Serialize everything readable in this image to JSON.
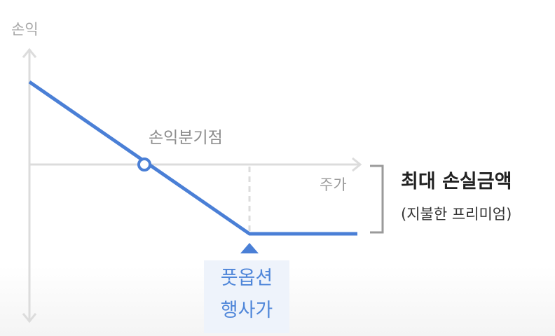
{
  "axes": {
    "y_label": "손익",
    "x_label": "주가"
  },
  "annotations": {
    "breakeven": "손익분기점",
    "max_loss_title": "최대 손실금액",
    "max_loss_sub": "(지불한 프리미엄)",
    "strike_line1": "풋옵션",
    "strike_line2": "행사가"
  },
  "colors": {
    "payoff_line": "#4a7fd6",
    "axis": "#dcdcdc",
    "bracket": "#9a9a9a",
    "strike_text": "#4f86d9"
  }
}
